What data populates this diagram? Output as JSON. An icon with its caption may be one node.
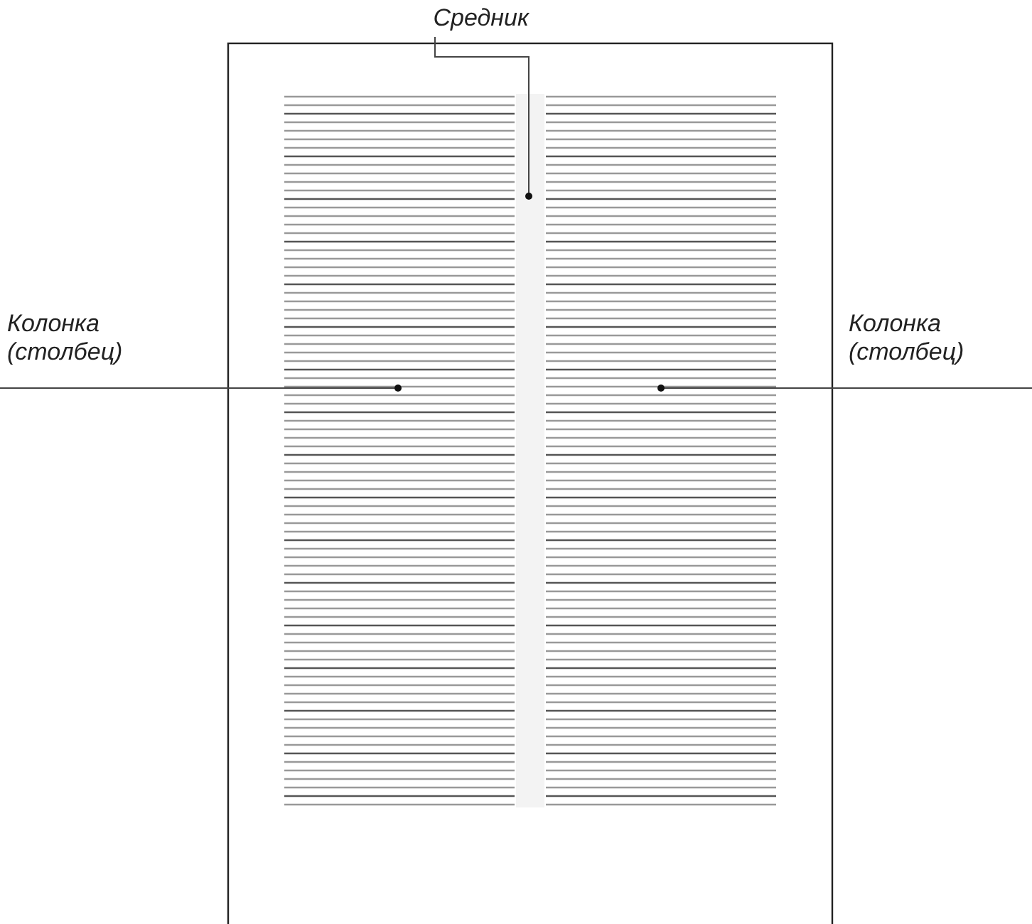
{
  "diagram": {
    "nodes": [
      {
        "text": [
          "Средник"
        ]
      },
      {
        "text": [
          "Колонка (столбец)"
        ]
      },
      {
        "text": [],
        "shape": "box"
      },
      {
        "text": [],
        "shape": "box"
      },
      {
        "text": [
          "Колонка (столбец)"
        ]
      },
      {
        "text": [],
        "shape": "box"
      }
    ],
    "edges": [
      {
        "from": 0,
        "to": 3,
        "arrow": "other"
      },
      {
        "from": 1,
        "to": 2,
        "arrow": "other"
      },
      {
        "from": 4,
        "to": 5,
        "arrow": "other"
      }
    ]
  }
}
